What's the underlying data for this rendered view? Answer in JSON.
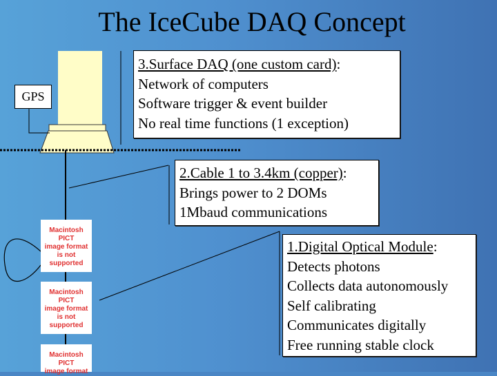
{
  "title": "The IceCube DAQ Concept",
  "gps_label": "GPS",
  "surface_box": {
    "heading_underlined": "3.Surface DAQ (one custom card)",
    "heading_rest": ":",
    "lines": [
      "Network of computers",
      "Software trigger & event builder",
      "No real time functions (1 exception)"
    ]
  },
  "cable_box": {
    "heading_underlined": "2.Cable 1 to 3.4km (copper)",
    "heading_rest": ":",
    "lines": [
      "Brings power to 2 DOMs",
      "1Mbaud communications"
    ]
  },
  "dom_box": {
    "heading_underlined": "1.Digital Optical Module",
    "heading_rest": ":",
    "lines": [
      "Detects photons",
      "Collects data autonomously",
      "Self calibrating",
      "Communicates digitally",
      "Free running stable clock"
    ]
  },
  "pict_placeholder": {
    "lines": [
      "Macintosh PICT",
      "image format",
      "is not supported"
    ]
  },
  "colors": {
    "background": "#4a86c5",
    "computer": "#fffdc8",
    "surface_line": "#000000"
  }
}
